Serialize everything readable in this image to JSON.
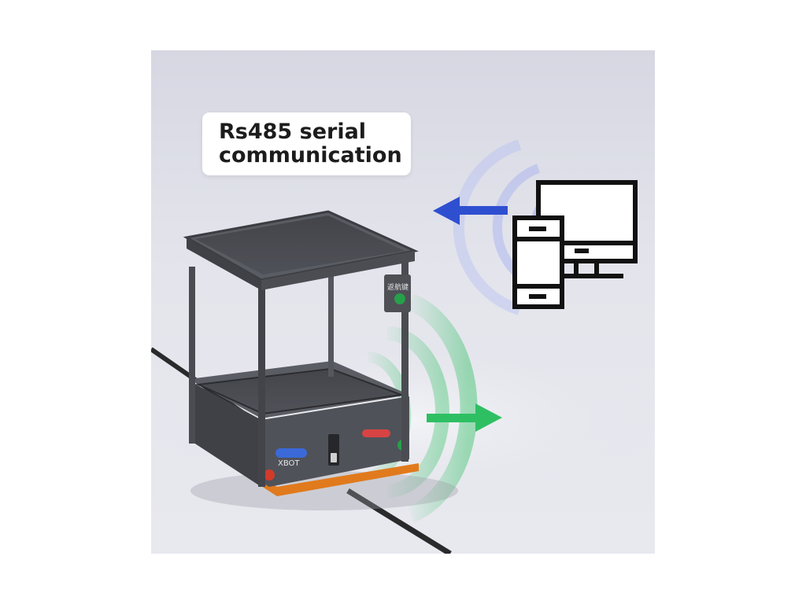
{
  "callout": {
    "line1": "Rs485 serial",
    "line2": "communication"
  },
  "robot": {
    "brand": "XBOT",
    "panel_text": "返航键"
  },
  "icons": {
    "outgoing_arrow": "arrow-left-icon",
    "incoming_arrow": "arrow-right-icon",
    "devices": "monitor-and-phone-icon"
  },
  "colors": {
    "blue_arrow": "#2f4fd1",
    "green_arrow": "#2fbf63",
    "robot_body": "#4a4c52",
    "bumper": "#e07a1c"
  }
}
